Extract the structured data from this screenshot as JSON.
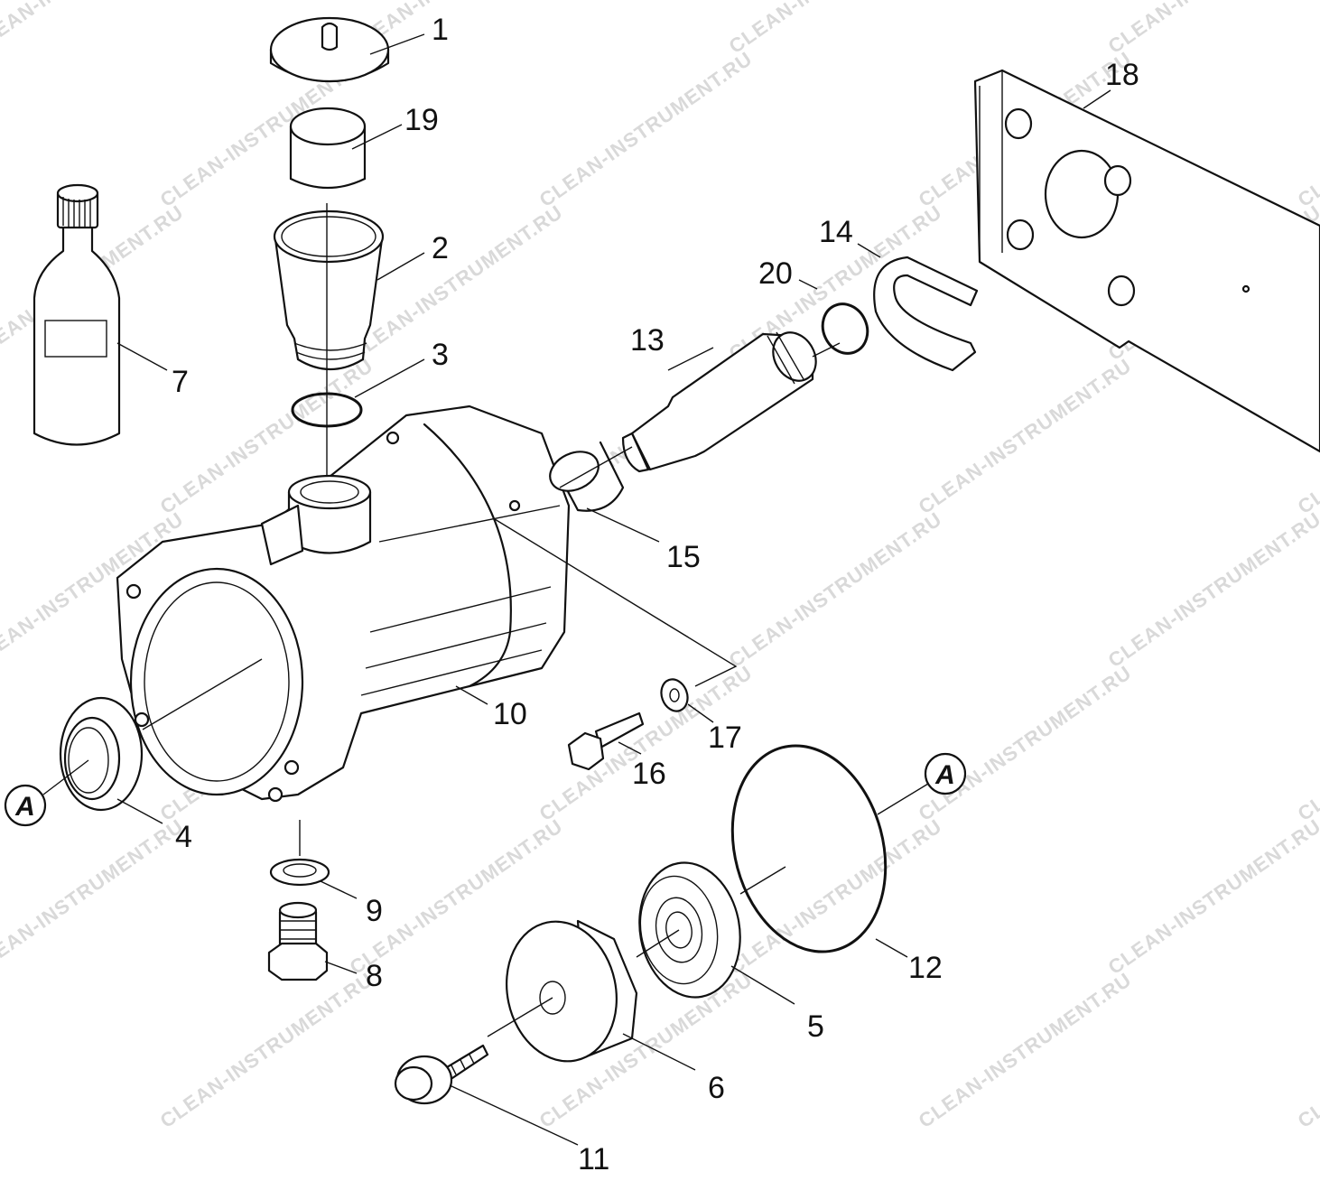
{
  "watermark": "CLEAN-INSTRUMENT.RU",
  "reference_marker": "A",
  "part_labels": [
    "1",
    "2",
    "3",
    "4",
    "5",
    "6",
    "7",
    "8",
    "9",
    "10",
    "11",
    "12",
    "13",
    "14",
    "15",
    "16",
    "17",
    "18",
    "19",
    "20"
  ],
  "colors": {
    "line": "#111111",
    "background": "#ffffff",
    "watermark": "#d9d9d9"
  }
}
